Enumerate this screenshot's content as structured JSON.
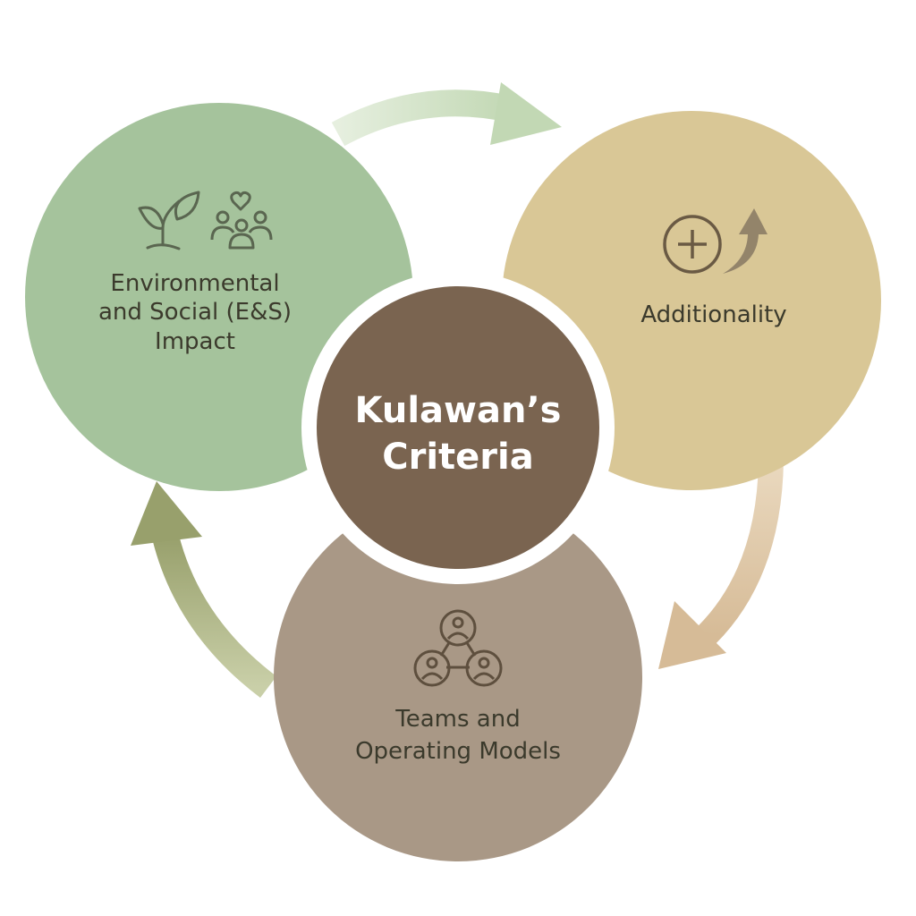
{
  "center": {
    "line1": "Kulawan’s",
    "line2": "Criteria"
  },
  "nodes": [
    {
      "id": "es-impact",
      "lines": [
        "Environmental",
        "and Social (E&S)",
        "Impact"
      ],
      "icons": [
        "plant-sprout-icon",
        "community-heart-icon"
      ],
      "color": "#a5c39c"
    },
    {
      "id": "additionality",
      "lines": [
        "Additionality"
      ],
      "icons": [
        "plus-circle-icon",
        "up-arrow-icon"
      ],
      "color": "#d9c796"
    },
    {
      "id": "teams",
      "lines": [
        "Teams and",
        "Operating Models"
      ],
      "icons": [
        "team-network-icon"
      ],
      "color": "#a99886"
    }
  ],
  "colors": {
    "center": "#7a6450",
    "text": "#3b3a2c",
    "arrow_top": "#c8dcbc",
    "arrow_right": "#d9c3a0",
    "arrow_left": "#9fa674"
  }
}
